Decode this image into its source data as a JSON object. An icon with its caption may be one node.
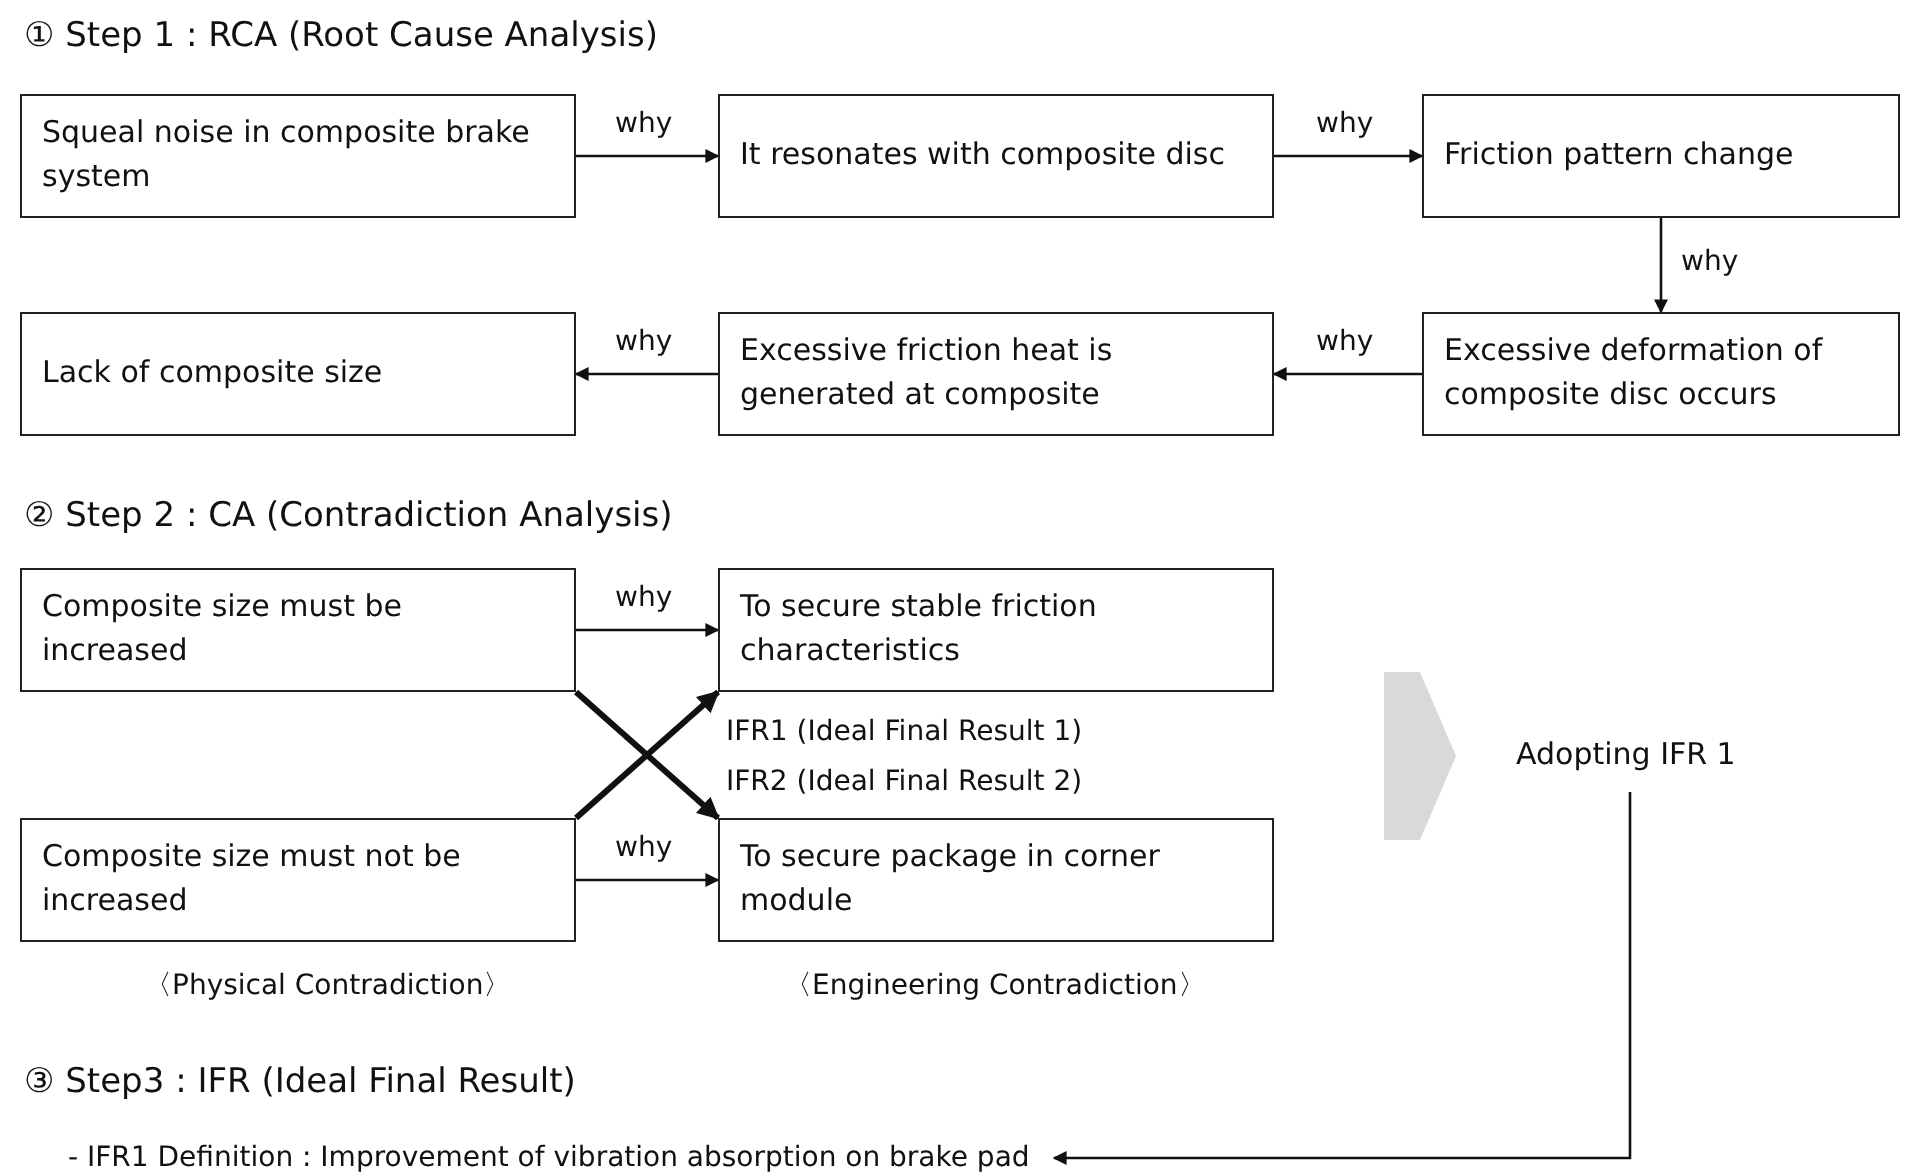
{
  "diagram": {
    "nodes": [
      {
        "text": [
          "Squeal noise in composite brake system"
        ]
      },
      {
        "text": [
          "It resonates with composite disc"
        ]
      },
      {
        "text": [
          "Friction pattern change"
        ]
      },
      {
        "text": [
          "Lack of composite size"
        ]
      },
      {
        "text": [
          "Excessive friction heat is generated at composite"
        ]
      },
      {
        "text": [
          "Excessive deformation of composite disc occurs"
        ]
      },
      {
        "text": [
          "Composite size must be increased"
        ]
      },
      {
        "text": [
          "To secure stable friction characteristics"
        ]
      },
      {
        "text": [
          "Composite size must not be increased"
        ]
      },
      {
        "text": [
          "To secure package in corner module"
        ]
      },
      {
        "text": [
          "Adopting IFR 1"
        ]
      },
      {
        "text": [
          "- IFR1 Definition : Improvement of vibration absorption on brake pad"
        ]
      }
    ],
    "edges": [
      {
        "from": 0,
        "to": 1,
        "arrow": "to",
        "label": "why"
      },
      {
        "from": 1,
        "to": 2,
        "arrow": "to",
        "label": "why"
      },
      {
        "from": 2,
        "to": 5,
        "arrow": "to",
        "label": "why"
      },
      {
        "from": 5,
        "to": 4,
        "arrow": "to",
        "label": "why"
      },
      {
        "from": 4,
        "to": 3,
        "arrow": "to",
        "label": "why"
      },
      {
        "from": 6,
        "to": 7,
        "arrow": "to",
        "label": "why"
      },
      {
        "from": 8,
        "to": 9,
        "arrow": "to",
        "label": "why"
      },
      {
        "from": 8,
        "to": 7,
        "arrow": "to",
        "label": "IFR1 (Ideal Final Result 1)",
        "style": "thick"
      },
      {
        "from": 6,
        "to": 9,
        "arrow": "to",
        "label": "IFR2 (Ideal Final Result 2)",
        "style": "thick"
      },
      {
        "from": null,
        "to": 10,
        "arrow": "to",
        "style": "thick",
        "color": "#d9d9d9"
      },
      {
        "from": 10,
        "to": 11,
        "arrow": "to"
      }
    ],
    "labels": [
      "① Step 1 : RCA (Root Cause Analysis)",
      "② Step 2 : CA (Contradiction Analysis)",
      "〈Physical Contradiction〉",
      "〈Engineering Contradiction〉",
      "③ Step3 : IFR (Ideal Final Result)"
    ]
  }
}
